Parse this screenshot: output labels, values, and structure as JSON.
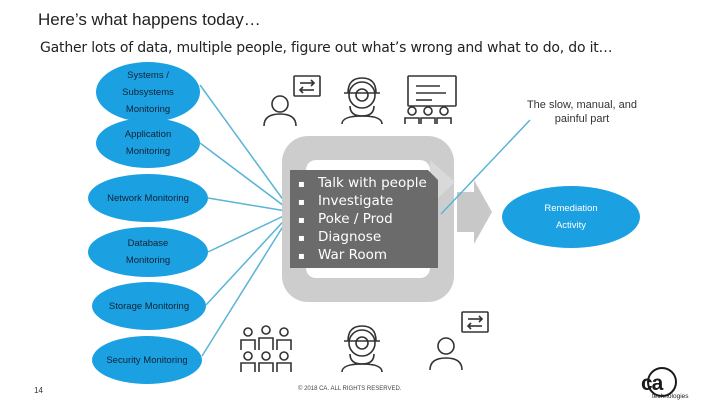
{
  "title": "Here’s what happens today…",
  "subtitle": "Gather lots of data, multiple people, figure out what’s wrong and what to do, do it…",
  "sources": [
    "Systems /\nSubsystems\nMonitoring",
    "Application\nMonitoring",
    "Network Monitoring",
    "Database\nMonitoring",
    "Storage Monitoring",
    "Security Monitoring"
  ],
  "callout": "The slow, manual, and painful part",
  "bullets": [
    "Talk with people",
    "Investigate",
    "Poke / Prod",
    "Diagnose",
    "War Room"
  ],
  "bullet_glyph": "▪",
  "remediation": "Remediation\nActivity",
  "footer": {
    "page": "14",
    "copyright": "© 2018 CA. ALL RIGHTS RESERVED."
  },
  "logo": {
    "mark": "ca",
    "sub": "technologies"
  },
  "icons": [
    "person-with-chat-icon",
    "engineer-with-hardhat-icon",
    "presentation-meeting-icon",
    "group-of-people-icon"
  ],
  "colors": {
    "source_blue": "#1ba1e2",
    "hub_gray": "#cdcdcd",
    "panel_dark": "#6b6b6b",
    "connector": "#5ab4d6"
  }
}
